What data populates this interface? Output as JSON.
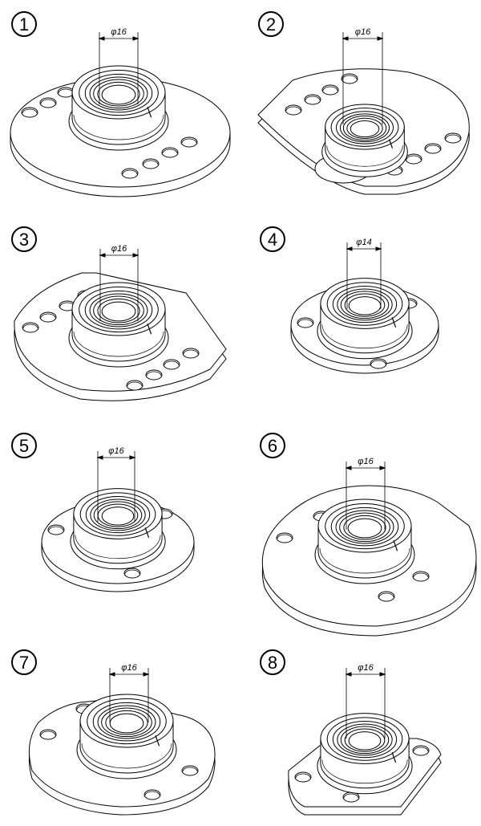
{
  "figures": [
    {
      "number": "①",
      "dimension": "φ16"
    },
    {
      "number": "②",
      "dimension": "φ16"
    },
    {
      "number": "③",
      "dimension": "φ16"
    },
    {
      "number": "④",
      "dimension": "φ14"
    },
    {
      "number": "⑤",
      "dimension": "φ16"
    },
    {
      "number": "⑥",
      "dimension": "φ16"
    },
    {
      "number": "⑦",
      "dimension": "φ16"
    },
    {
      "number": "⑧",
      "dimension": "φ16"
    }
  ],
  "colors": {
    "line": "#000000",
    "background": "#ffffff"
  }
}
